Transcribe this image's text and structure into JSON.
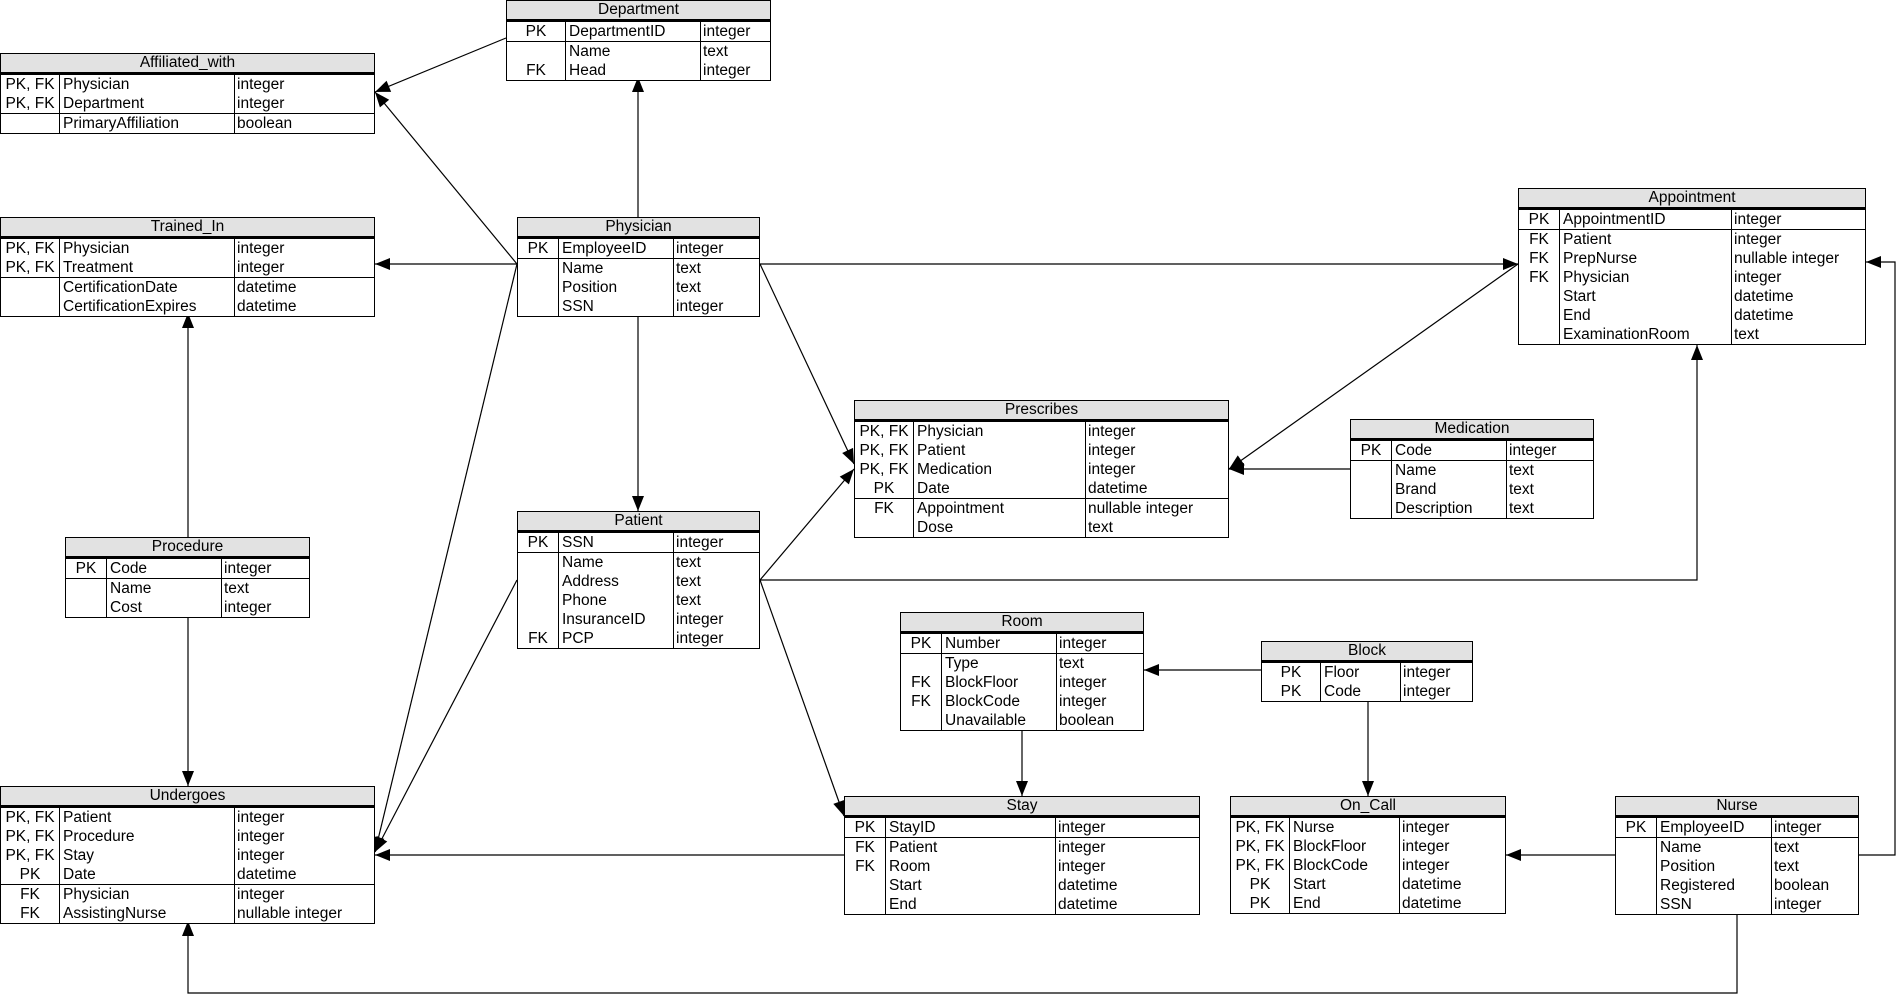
{
  "entities": [
    {
      "id": "department",
      "name": "Department",
      "groups": [
        [
          {
            "key": "PK",
            "name": "DepartmentID",
            "type": "integer"
          }
        ],
        [
          {
            "key": "",
            "name": "Name",
            "type": "text"
          },
          {
            "key": "FK",
            "name": "Head",
            "type": "integer"
          }
        ]
      ]
    },
    {
      "id": "affiliated-with",
      "name": "Affiliated_with",
      "groups": [
        [
          {
            "key": "PK, FK",
            "name": "Physician",
            "type": "integer"
          },
          {
            "key": "PK, FK",
            "name": "Department",
            "type": "integer"
          }
        ],
        [
          {
            "key": "",
            "name": "PrimaryAffiliation",
            "type": "boolean"
          }
        ]
      ]
    },
    {
      "id": "trained-in",
      "name": "Trained_In",
      "groups": [
        [
          {
            "key": "PK, FK",
            "name": "Physician",
            "type": "integer"
          },
          {
            "key": "PK, FK",
            "name": "Treatment",
            "type": "integer"
          }
        ],
        [
          {
            "key": "",
            "name": "CertificationDate",
            "type": "datetime"
          },
          {
            "key": "",
            "name": "CertificationExpires",
            "type": "datetime"
          }
        ]
      ]
    },
    {
      "id": "physician",
      "name": "Physician",
      "groups": [
        [
          {
            "key": "PK",
            "name": "EmployeeID",
            "type": "integer"
          }
        ],
        [
          {
            "key": "",
            "name": "Name",
            "type": "text"
          },
          {
            "key": "",
            "name": "Position",
            "type": "text"
          },
          {
            "key": "",
            "name": "SSN",
            "type": "integer"
          }
        ]
      ]
    },
    {
      "id": "appointment",
      "name": "Appointment",
      "groups": [
        [
          {
            "key": "PK",
            "name": "AppointmentID",
            "type": "integer"
          }
        ],
        [
          {
            "key": "FK",
            "name": "Patient",
            "type": "integer"
          },
          {
            "key": "FK",
            "name": "PrepNurse",
            "type": "nullable integer"
          },
          {
            "key": "FK",
            "name": "Physician",
            "type": "integer"
          },
          {
            "key": "",
            "name": "Start",
            "type": "datetime"
          },
          {
            "key": "",
            "name": "End",
            "type": "datetime"
          },
          {
            "key": "",
            "name": "ExaminationRoom",
            "type": "text"
          }
        ]
      ]
    },
    {
      "id": "prescribes",
      "name": "Prescribes",
      "groups": [
        [
          {
            "key": "PK, FK",
            "name": "Physician",
            "type": "integer"
          },
          {
            "key": "PK, FK",
            "name": "Patient",
            "type": "integer"
          },
          {
            "key": "PK, FK",
            "name": "Medication",
            "type": "integer"
          },
          {
            "key": "PK",
            "name": "Date",
            "type": "datetime"
          }
        ],
        [
          {
            "key": "FK",
            "name": "Appointment",
            "type": "nullable integer"
          },
          {
            "key": "",
            "name": "Dose",
            "type": "text"
          }
        ]
      ]
    },
    {
      "id": "medication",
      "name": "Medication",
      "groups": [
        [
          {
            "key": "PK",
            "name": "Code",
            "type": "integer"
          }
        ],
        [
          {
            "key": "",
            "name": "Name",
            "type": "text"
          },
          {
            "key": "",
            "name": "Brand",
            "type": "text"
          },
          {
            "key": "",
            "name": "Description",
            "type": "text"
          }
        ]
      ]
    },
    {
      "id": "procedure",
      "name": "Procedure",
      "groups": [
        [
          {
            "key": "PK",
            "name": "Code",
            "type": "integer"
          }
        ],
        [
          {
            "key": "",
            "name": "Name",
            "type": "text"
          },
          {
            "key": "",
            "name": "Cost",
            "type": "integer"
          }
        ]
      ]
    },
    {
      "id": "patient",
      "name": "Patient",
      "groups": [
        [
          {
            "key": "PK",
            "name": "SSN",
            "type": "integer"
          }
        ],
        [
          {
            "key": "",
            "name": "Name",
            "type": "text"
          },
          {
            "key": "",
            "name": "Address",
            "type": "text"
          },
          {
            "key": "",
            "name": "Phone",
            "type": "text"
          },
          {
            "key": "",
            "name": "InsuranceID",
            "type": "integer"
          },
          {
            "key": "FK",
            "name": "PCP",
            "type": "integer"
          }
        ]
      ]
    },
    {
      "id": "room",
      "name": "Room",
      "groups": [
        [
          {
            "key": "PK",
            "name": "Number",
            "type": "integer"
          }
        ],
        [
          {
            "key": "",
            "name": "Type",
            "type": "text"
          },
          {
            "key": "FK",
            "name": "BlockFloor",
            "type": "integer"
          },
          {
            "key": "FK",
            "name": "BlockCode",
            "type": "integer"
          },
          {
            "key": "",
            "name": "Unavailable",
            "type": "boolean"
          }
        ]
      ]
    },
    {
      "id": "block",
      "name": "Block",
      "groups": [
        [
          {
            "key": "PK",
            "name": "Floor",
            "type": "integer"
          },
          {
            "key": "PK",
            "name": "Code",
            "type": "integer"
          }
        ]
      ]
    },
    {
      "id": "undergoes",
      "name": "Undergoes",
      "groups": [
        [
          {
            "key": "PK, FK",
            "name": "Patient",
            "type": "integer"
          },
          {
            "key": "PK, FK",
            "name": "Procedure",
            "type": "integer"
          },
          {
            "key": "PK, FK",
            "name": "Stay",
            "type": "integer"
          },
          {
            "key": "PK",
            "name": "Date",
            "type": "datetime"
          }
        ],
        [
          {
            "key": "FK",
            "name": "Physician",
            "type": "integer"
          },
          {
            "key": "FK",
            "name": "AssistingNurse",
            "type": "nullable integer"
          }
        ]
      ]
    },
    {
      "id": "stay",
      "name": "Stay",
      "groups": [
        [
          {
            "key": "PK",
            "name": "StayID",
            "type": "integer"
          }
        ],
        [
          {
            "key": "FK",
            "name": "Patient",
            "type": "integer"
          },
          {
            "key": "FK",
            "name": "Room",
            "type": "integer"
          },
          {
            "key": "",
            "name": "Start",
            "type": "datetime"
          },
          {
            "key": "",
            "name": "End",
            "type": "datetime"
          }
        ]
      ]
    },
    {
      "id": "on-call",
      "name": "On_Call",
      "groups": [
        [
          {
            "key": "PK, FK",
            "name": "Nurse",
            "type": "integer"
          },
          {
            "key": "PK, FK",
            "name": "BlockFloor",
            "type": "integer"
          },
          {
            "key": "PK, FK",
            "name": "BlockCode",
            "type": "integer"
          },
          {
            "key": "PK",
            "name": "Start",
            "type": "datetime"
          },
          {
            "key": "PK",
            "name": "End",
            "type": "datetime"
          }
        ]
      ]
    },
    {
      "id": "nurse",
      "name": "Nurse",
      "groups": [
        [
          {
            "key": "PK",
            "name": "EmployeeID",
            "type": "integer"
          }
        ],
        [
          {
            "key": "",
            "name": "Name",
            "type": "text"
          },
          {
            "key": "",
            "name": "Position",
            "type": "text"
          },
          {
            "key": "",
            "name": "Registered",
            "type": "boolean"
          },
          {
            "key": "",
            "name": "SSN",
            "type": "integer"
          }
        ]
      ]
    }
  ],
  "relationships": [
    {
      "from": "department",
      "to": "affiliated-with"
    },
    {
      "from": "physician",
      "to": "affiliated-with"
    },
    {
      "from": "physician",
      "to": "department"
    },
    {
      "from": "physician",
      "to": "trained-in"
    },
    {
      "from": "procedure",
      "to": "trained-in"
    },
    {
      "from": "physician",
      "to": "appointment"
    },
    {
      "from": "physician",
      "to": "prescribes"
    },
    {
      "from": "physician",
      "to": "patient"
    },
    {
      "from": "physician",
      "to": "undergoes"
    },
    {
      "from": "patient",
      "to": "prescribes"
    },
    {
      "from": "patient",
      "to": "appointment"
    },
    {
      "from": "patient",
      "to": "undergoes"
    },
    {
      "from": "patient",
      "to": "stay"
    },
    {
      "from": "appointment",
      "to": "prescribes"
    },
    {
      "from": "medication",
      "to": "prescribes"
    },
    {
      "from": "procedure",
      "to": "undergoes"
    },
    {
      "from": "room",
      "to": "stay"
    },
    {
      "from": "block",
      "to": "room"
    },
    {
      "from": "block",
      "to": "on-call"
    },
    {
      "from": "stay",
      "to": "undergoes"
    },
    {
      "from": "nurse",
      "to": "on-call"
    },
    {
      "from": "nurse",
      "to": "appointment"
    },
    {
      "from": "nurse",
      "to": "undergoes"
    }
  ]
}
